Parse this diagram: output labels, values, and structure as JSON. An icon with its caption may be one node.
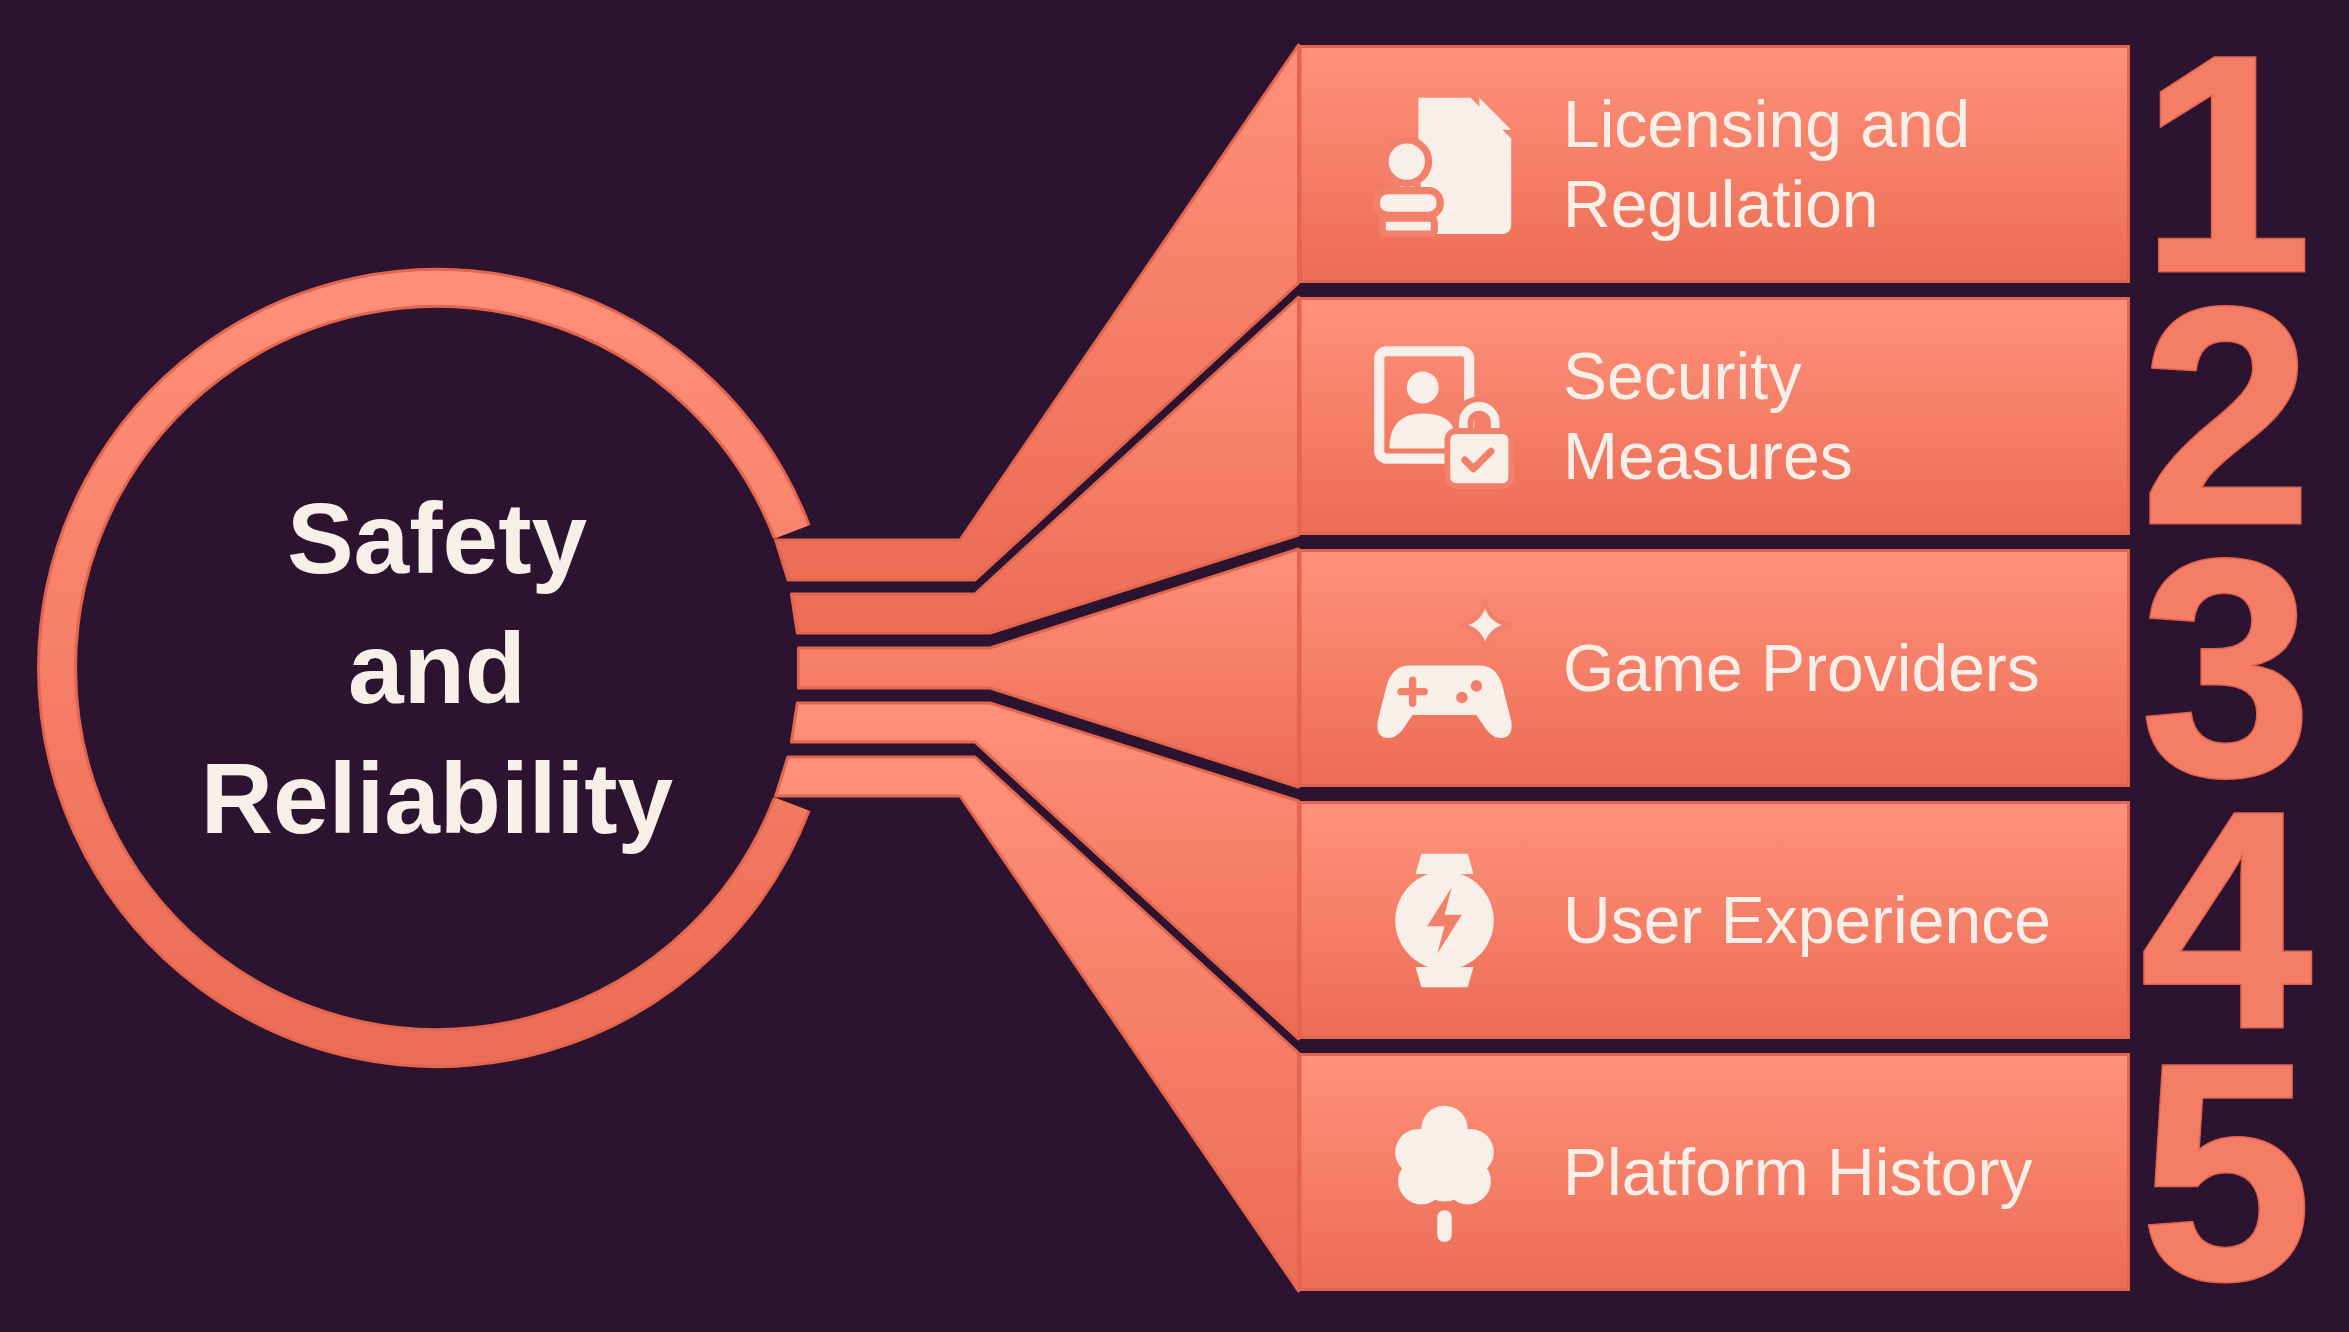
{
  "diagram": {
    "nodes": [
      {
        "text": [
          "Safety and Reliability"
        ]
      },
      {
        "text": [
          "Licensing and Regulation"
        ],
        "beside": [
          "1"
        ]
      },
      {
        "text": [
          "Security Measures"
        ],
        "beside": [
          "2"
        ]
      },
      {
        "text": [
          "Game Providers"
        ],
        "beside": [
          "3"
        ]
      },
      {
        "text": [
          "User Experience"
        ],
        "beside": [
          "4"
        ]
      },
      {
        "text": [
          "Platform History"
        ],
        "beside": [
          "5"
        ]
      }
    ],
    "edges": [
      {
        "from": 0,
        "to": 1,
        "arrow": "none"
      },
      {
        "from": 0,
        "to": 2,
        "arrow": "none"
      },
      {
        "from": 0,
        "to": 3,
        "arrow": "none"
      },
      {
        "from": 0,
        "to": 4,
        "arrow": "none"
      },
      {
        "from": 0,
        "to": 5,
        "arrow": "none"
      }
    ]
  }
}
